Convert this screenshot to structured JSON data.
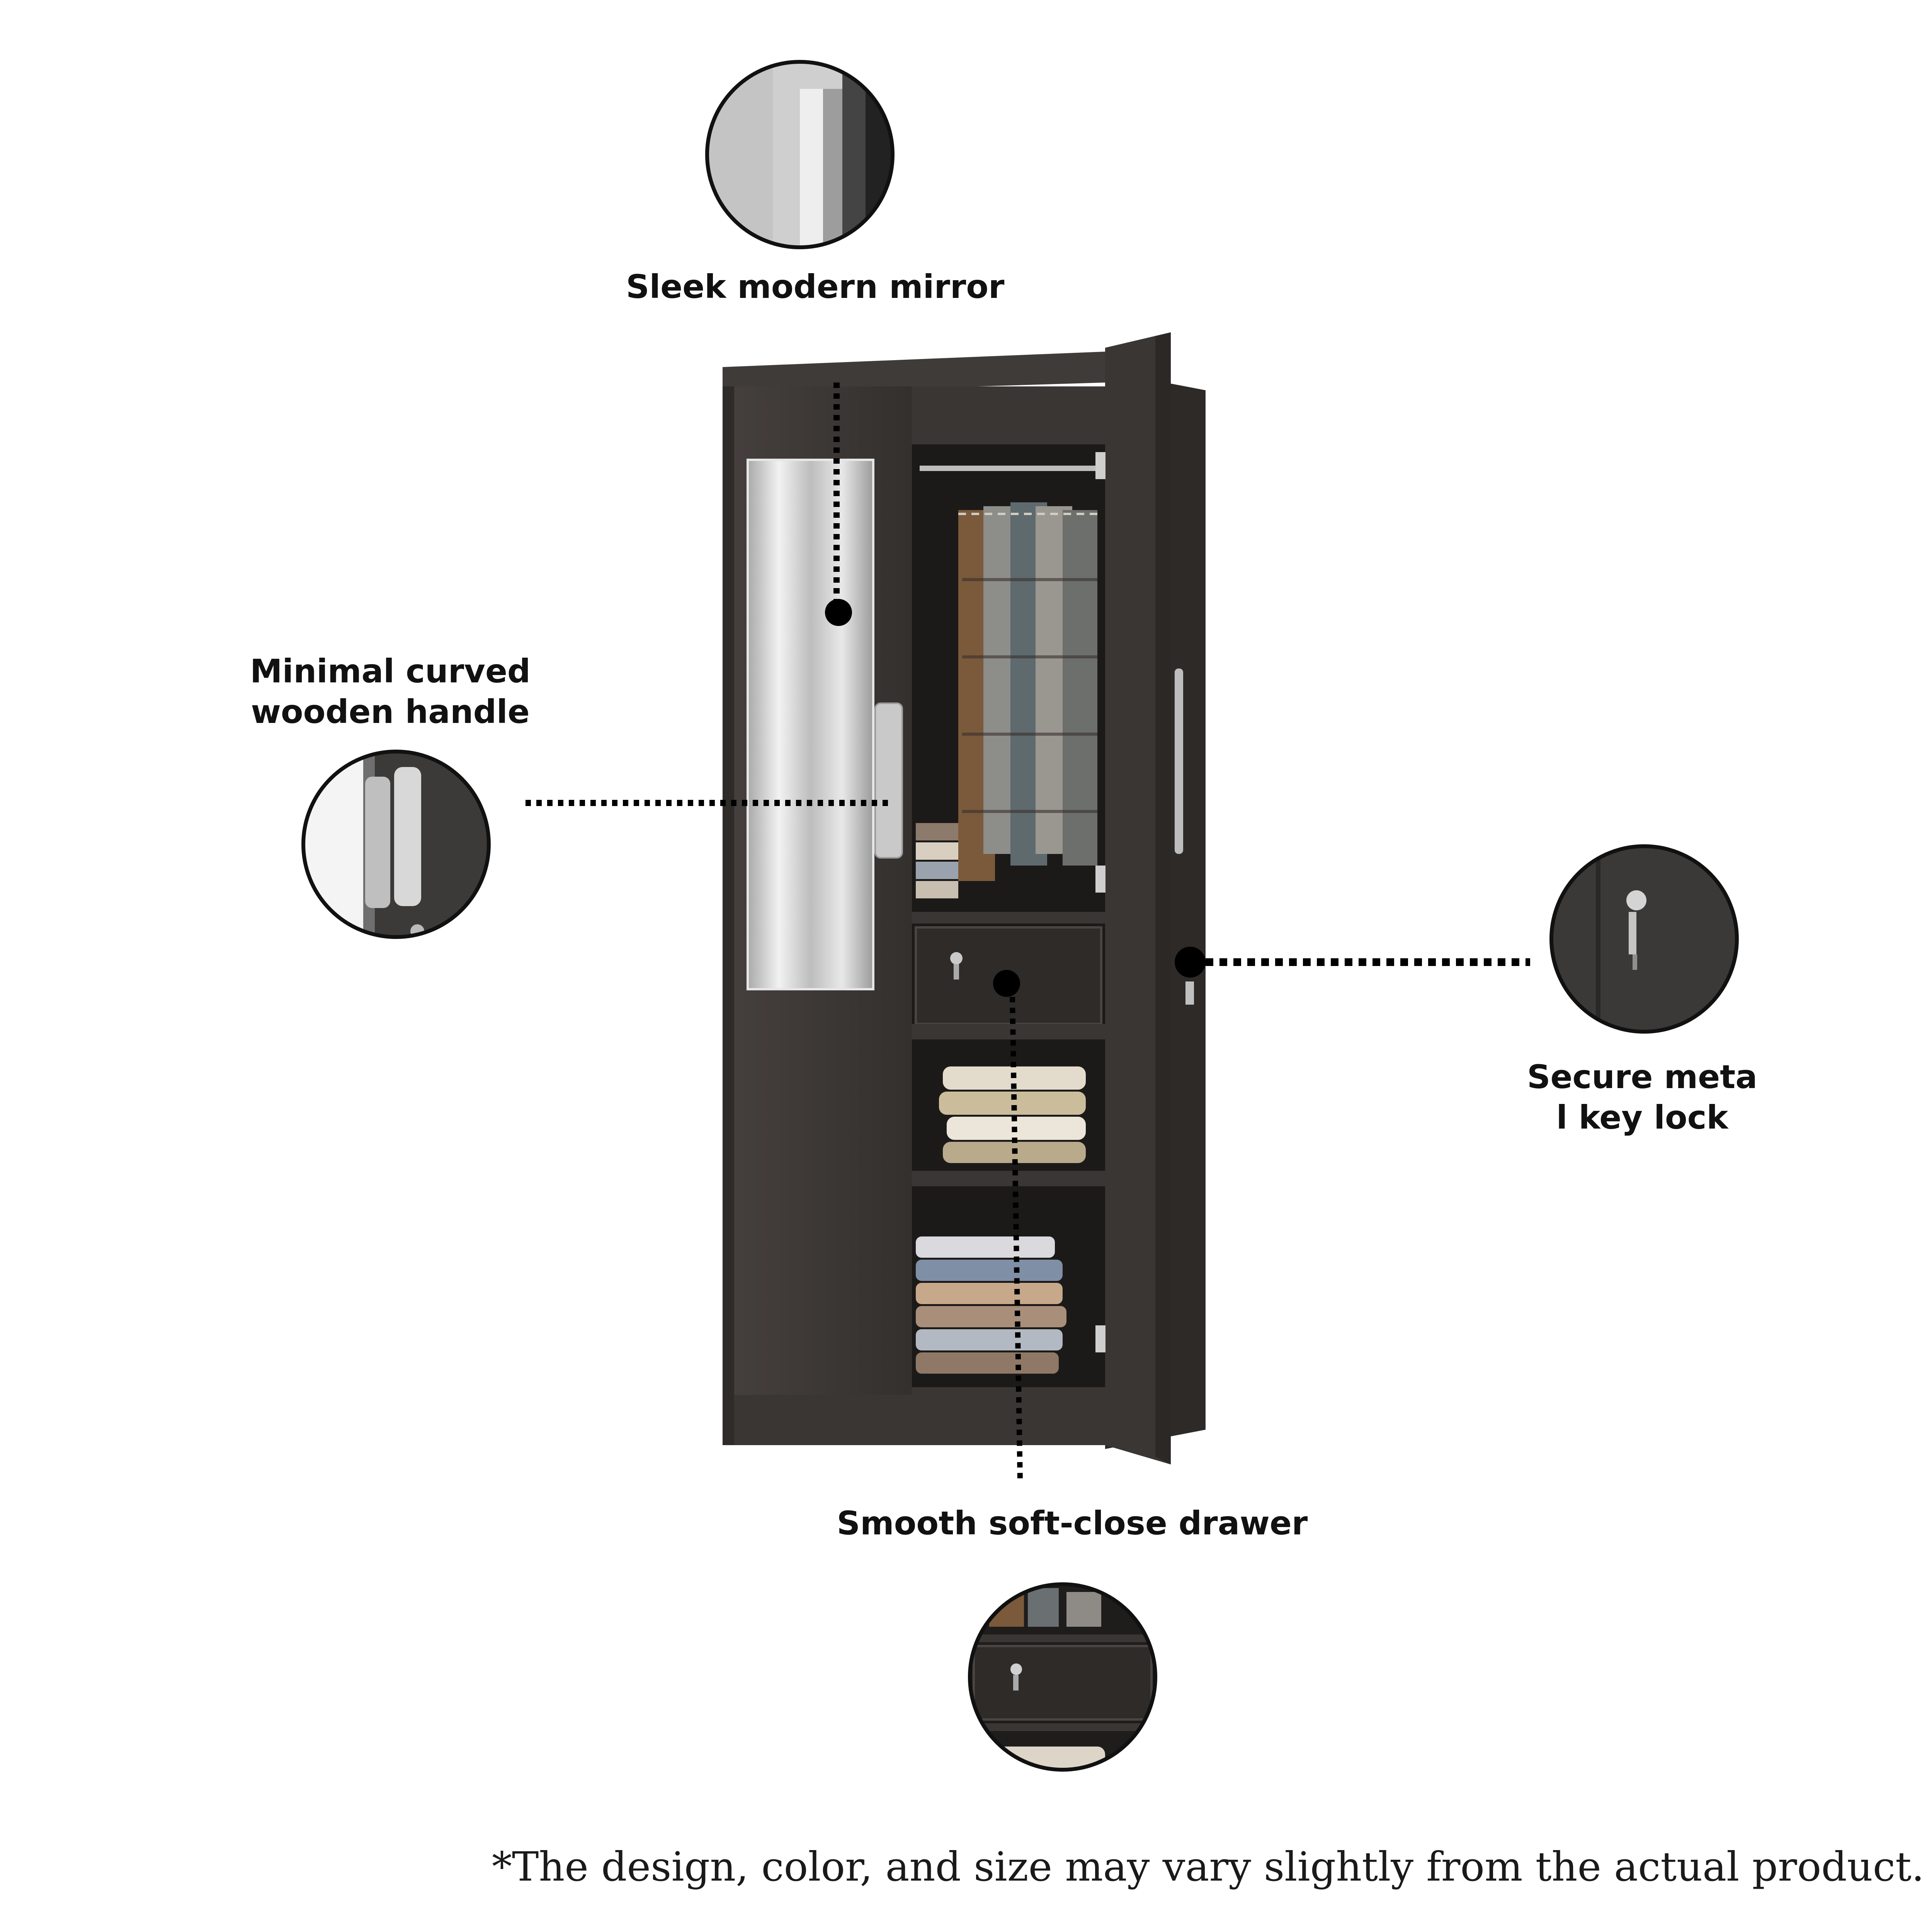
{
  "callouts": {
    "mirror": "Sleek modern mirror",
    "handle_line1": "Minimal curved",
    "handle_line2": "wooden handle",
    "lock_line1": "Secure meta",
    "lock_line2": "l key lock",
    "drawer": "Smooth soft-close drawer"
  },
  "disclaimer": "*The design, color, and size may vary slightly from the actual product.",
  "colors": {
    "cabinet": "#3a3634",
    "cabinet_dark": "#2a2725",
    "interior": "#1c1a19",
    "mirror": "#cfcfcf",
    "dot": "#000000"
  }
}
